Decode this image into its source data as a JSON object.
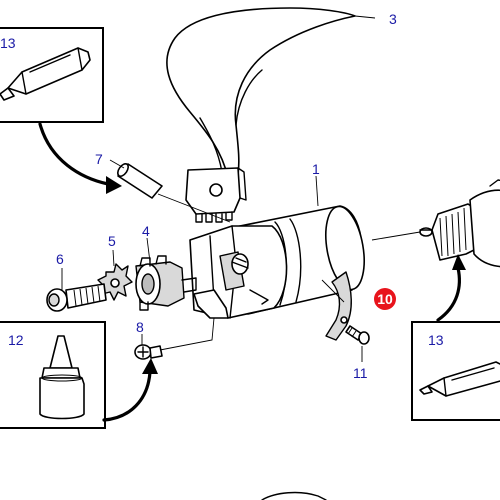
{
  "part_labels": {
    "p1": "1",
    "p3": "3",
    "p4": "4",
    "p5": "5",
    "p6": "6",
    "p7": "7",
    "p8": "8",
    "p10": "10",
    "p11": "11",
    "p12": "12",
    "p13_top": "13",
    "p13_right": "13"
  },
  "colors": {
    "label_text": "#1a1aa6",
    "highlight_callout": "#e8141c",
    "line": "#000000"
  }
}
